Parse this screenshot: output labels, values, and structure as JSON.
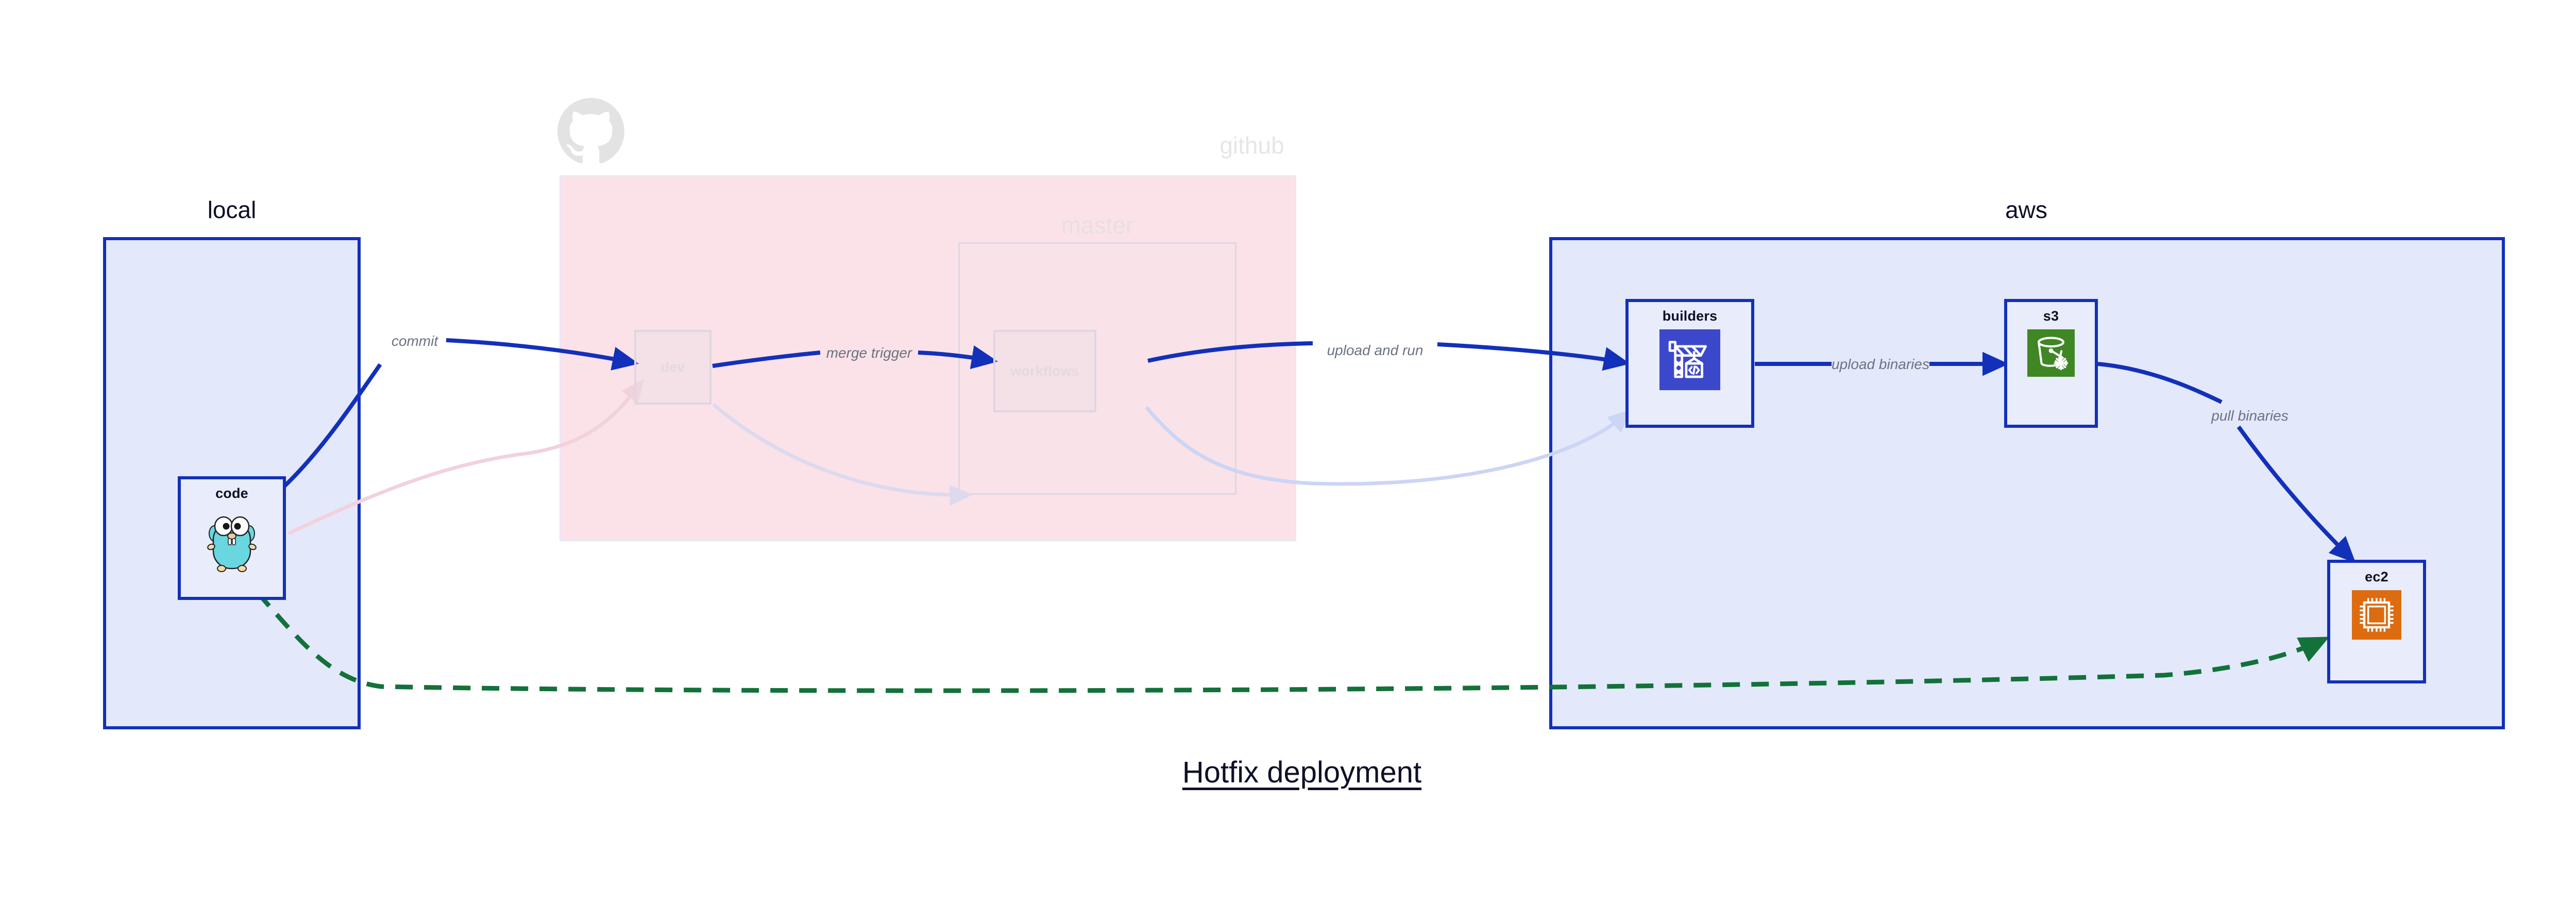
{
  "diagram": {
    "title": "Hotfix deployment",
    "type": "deployment-flow"
  },
  "groups": [
    {
      "id": "local",
      "label": "local",
      "label_style": "dark",
      "fill": "#e3e8fb",
      "stroke": "#1330ba"
    },
    {
      "id": "github",
      "label": "github",
      "label_style": "dim",
      "fill": "#fae2e8",
      "stroke": "#e3e8fb"
    },
    {
      "id": "master",
      "label": "master",
      "label_style": "faint",
      "fill": "rgba(250,226,232,0.35)",
      "stroke": "#e0d6e2"
    },
    {
      "id": "aws",
      "label": "aws",
      "label_style": "dark",
      "fill": "#e3e8fb",
      "stroke": "#1330ba"
    }
  ],
  "nodes": [
    {
      "id": "code",
      "label": "code",
      "icon": "go-gopher-icon",
      "state": "active"
    },
    {
      "id": "dev",
      "label": "dev",
      "icon": "none",
      "state": "faded"
    },
    {
      "id": "workflows",
      "label": "workflows",
      "icon": "none",
      "state": "faded"
    },
    {
      "id": "builders",
      "label": "builders",
      "icon": "aws-codebuild-icon",
      "state": "active"
    },
    {
      "id": "s3",
      "label": "s3",
      "icon": "aws-s3-glacier-icon",
      "state": "active"
    },
    {
      "id": "ec2",
      "label": "ec2",
      "icon": "aws-ec2-icon",
      "state": "active"
    }
  ],
  "edges": [
    {
      "id": "commit",
      "label": "commit",
      "from": "code",
      "to": "dev",
      "style": "solid",
      "color": "#1330ba"
    },
    {
      "id": "merge-trigger",
      "label": "merge trigger",
      "from": "dev",
      "to": "workflows",
      "style": "solid",
      "color": "#1330ba"
    },
    {
      "id": "upload-and-run",
      "label": "upload and run",
      "from": "workflows",
      "to": "builders",
      "style": "solid",
      "color": "#1330ba"
    },
    {
      "id": "upload-binaries",
      "label": "upload binaries",
      "from": "builders",
      "to": "s3",
      "style": "solid",
      "color": "#1330ba"
    },
    {
      "id": "pull-binaries",
      "label": "pull binaries",
      "from": "s3",
      "to": "ec2",
      "style": "solid",
      "color": "#1330ba"
    },
    {
      "id": "hotfix-direct",
      "label": "",
      "from": "code",
      "to": "ec2",
      "style": "dashed",
      "color": "#13713a"
    }
  ],
  "colors": {
    "accent_blue": "#1330ba",
    "group_blue_fill": "#e3e8fb",
    "group_pink_fill": "#fae2e8",
    "node_fill": "#e9edfb",
    "dashed_green": "#13713a",
    "label_gray": "#6b7280",
    "title_dark": "#0d1026",
    "codebuild_blue": "#3b48cc",
    "s3_green": "#3f8624",
    "ec2_orange": "#dd6b10",
    "gopher_cyan": "#69d6e0",
    "faded_lavender": "#e0d6e2"
  }
}
